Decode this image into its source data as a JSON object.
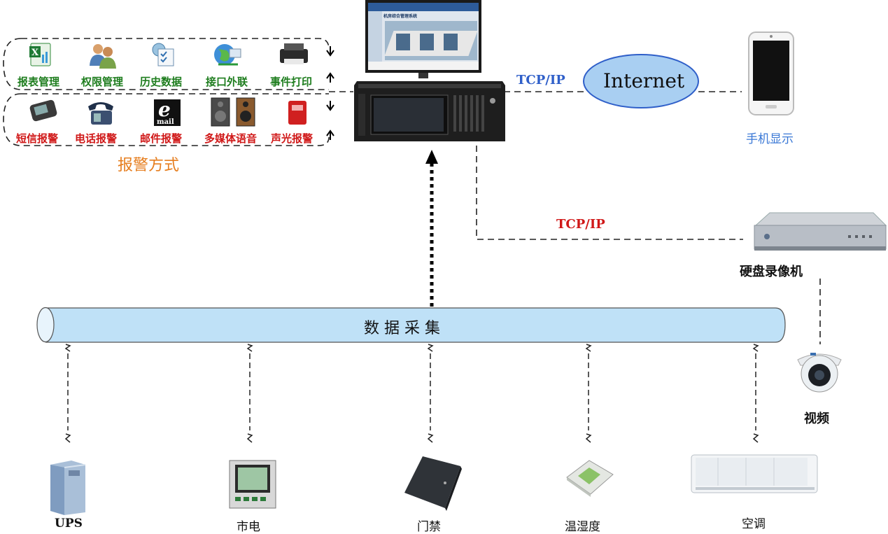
{
  "top_functions": [
    {
      "label": "报表管理",
      "icon": "excel-icon"
    },
    {
      "label": "权限管理",
      "icon": "users-icon"
    },
    {
      "label": "历史数据",
      "icon": "history-checklist-icon"
    },
    {
      "label": "接口外联",
      "icon": "globe-network-icon"
    },
    {
      "label": "事件打印",
      "icon": "printer-icon"
    }
  ],
  "alarm_methods": [
    {
      "label": "短信报警",
      "icon": "mobile-phone-icon"
    },
    {
      "label": "电话报警",
      "icon": "telephone-icon"
    },
    {
      "label": "邮件报警",
      "icon": "email-icon"
    },
    {
      "label": "多媒体语音",
      "icon": "speakers-icon"
    },
    {
      "label": "声光报警",
      "icon": "strobe-alarm-icon"
    }
  ],
  "alarm_group_title": "报警方式",
  "monitor_title": "机房综合管理系统",
  "tcp_ip_top": "TCP/IP",
  "internet_label": "Internet",
  "phone_label": "手机显示",
  "tcp_ip_middle": "TCP/IP",
  "dvr_label": "硬盘录像机",
  "camera_label": "视频",
  "bus_label": "数 据 采 集",
  "devices": [
    {
      "label": "UPS",
      "icon": "ups-cabinet-icon"
    },
    {
      "label": "市电",
      "icon": "power-meter-icon"
    },
    {
      "label": "门禁",
      "icon": "access-control-icon"
    },
    {
      "label": "温湿度",
      "icon": "temperature-humidity-sensor-icon"
    },
    {
      "label": "空调",
      "icon": "air-conditioner-icon"
    }
  ],
  "colors": {
    "bus_fill": "#bfe1f7",
    "internet_fill": "#a9cff2",
    "tcp_blue": "#2f5fc9",
    "tcp_red": "#d01818",
    "alarm_title": "#e67e1f",
    "phone_label": "#3a78d6"
  }
}
